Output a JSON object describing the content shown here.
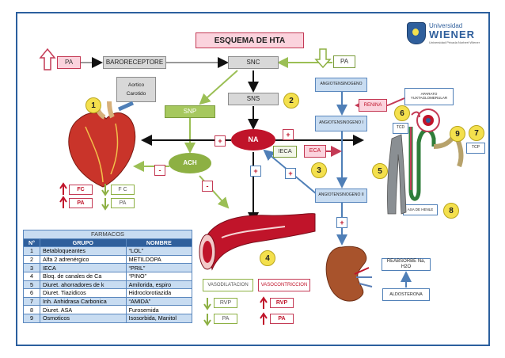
{
  "title": "ESQUEMA DE HTA",
  "logo": {
    "line1": "Universidad",
    "line2": "WIENER",
    "tagline": "Universidad Privada Norbert Wiener"
  },
  "nodes": {
    "pa_left": "PA",
    "baroreceptor": "BARORECEPTORE",
    "snc": "SNC",
    "pa_right": "PA",
    "aortico": "Aortico",
    "carotido": "Carotido",
    "sns": "SNS",
    "snp": "SNP",
    "na": "NA",
    "ach": "ACH",
    "ieca": "IECA",
    "eca": "ECA",
    "angiotensinogeno": "ANGIOTENSINOGENO",
    "renina": "RENINA",
    "angiotensina_i": "ANGIOTENSINOGENO I",
    "angiotensina_ii": "ANGIOTENSINOGENO II",
    "aparato": "APARATO YUXTAGLOMERULAR",
    "tcd": "TCD",
    "tcp": "TCP",
    "asa_henle": "ASA DE HENLE",
    "reabsorbe": "REABSORBE Na, H2O",
    "aldosterona": "ALDOSTERONA",
    "vasodilatacion": "VASODILATACION",
    "vasoconstriccion": "VASOCONTRICCION",
    "rvp_down": "RVP",
    "pa_down": "PA",
    "rvp_up": "RVP",
    "pa_up": "PA",
    "fc_up": "FC",
    "pa_up_left": "PA",
    "fc_down": "F C",
    "pa_down_left": "PA"
  },
  "signs": {
    "plus": "+",
    "minus": "-"
  },
  "numbers": [
    "1",
    "2",
    "3",
    "4",
    "5",
    "6",
    "7",
    "8",
    "9"
  ],
  "farmacos": {
    "caption": "FARMACOS",
    "headers": [
      "N°",
      "GRUPO",
      "NOMBRE"
    ],
    "rows": [
      [
        "1",
        "Betabloqueantes",
        "“LOL”"
      ],
      [
        "2",
        "Alfa 2 adrenérgico",
        "METILDOPA"
      ],
      [
        "3",
        "IECA",
        "“PRIL”"
      ],
      [
        "4",
        "Bloq. de canales de Ca",
        "“PINO”"
      ],
      [
        "5",
        "Diuret. ahorradores de k",
        "Amilorida, espiro"
      ],
      [
        "6",
        "Diuret. Tiazidicos",
        "Hidroclorotiazida"
      ],
      [
        "7",
        "Inh. Anhidrasa Carbonica",
        "“AMIDA”"
      ],
      [
        "8",
        "Diuret. ASA",
        "Furosemida"
      ],
      [
        "9",
        "Osmoticos",
        "Isosorbida, Manitol"
      ]
    ]
  },
  "colors": {
    "blue": "#2f5f9c",
    "red": "#c0142a",
    "green": "#8db043",
    "yellow": "#f4e04d",
    "pink": "#fbd3dd",
    "grey": "#d8d8d8"
  },
  "icons": [
    "heart-illustration",
    "artery-illustration",
    "kidney-illustration",
    "nephron-illustration",
    "up-arrow-icon",
    "down-arrow-icon"
  ]
}
